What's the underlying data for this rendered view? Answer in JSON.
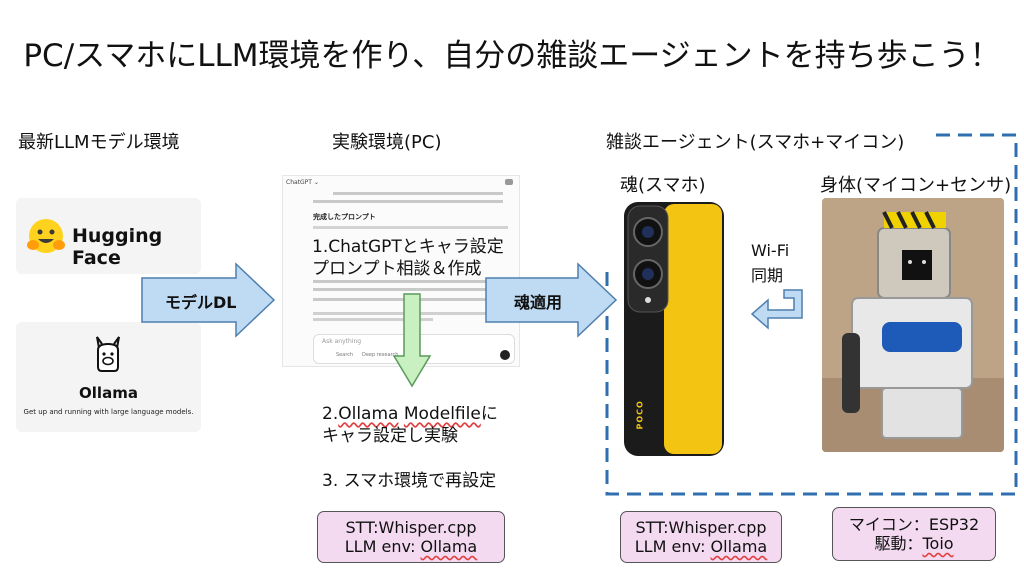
{
  "title": "PC/スマホにLLM環境を作り、自分の雑談エージェントを持ち歩こう！",
  "sections": {
    "llm_env": "最新LLMモデル環境",
    "experiment_env": "実験環境(PC)",
    "agent": "雑談エージェント(スマホ+マイコン)"
  },
  "hugging_face": {
    "name": "Hugging Face",
    "emoji": "🤗"
  },
  "ollama": {
    "name": "Ollama",
    "tagline": "Get up and running with large language models."
  },
  "arrows": {
    "model_dl": "モデルDL",
    "apply_soul": "魂適用"
  },
  "steps": {
    "step1_line1": "1.ChatGPTとキャラ設定",
    "step1_line2": "プロンプト相談＆作成",
    "step2_prefix": "2.",
    "step2_ollama": "Ollama",
    "step2_space": " ",
    "step2_modelfile": "Modelfile",
    "step2_suffix": "に",
    "step2_line2": "キャラ設定し実験",
    "step3": "3. スマホ環境で再設定"
  },
  "screenshot": {
    "app_name": "ChatGPT ⌄",
    "heading": "完成したプロンプト",
    "input_placeholder": "Ask anything",
    "btn_search": "Search",
    "btn_research": "Deep research"
  },
  "soul": "魂(スマホ)",
  "body": "身体(マイコン+センサ)",
  "link": {
    "line1": "Wi-Fi",
    "line2": "同期"
  },
  "phone_brand": "POCO",
  "boxes": {
    "pc_stt": "STT:Whisper.cpp",
    "pc_llm_prefix": "LLM env: ",
    "pc_llm_name": "Ollama",
    "phone_stt": "STT:Whisper.cpp",
    "phone_llm_prefix": "LLM env: ",
    "phone_llm_name": "Ollama",
    "mcu_line1": "マイコン：ESP32",
    "mcu_line2_prefix": "駆動：",
    "mcu_line2_name": "Toio"
  },
  "colors": {
    "arrow_blue": "#bfdbf3",
    "arrow_green": "#c8f0c0",
    "dashed_blue": "#2f6fb0",
    "pink": "#f3daf1",
    "phone_yellow": "#f3c512"
  }
}
